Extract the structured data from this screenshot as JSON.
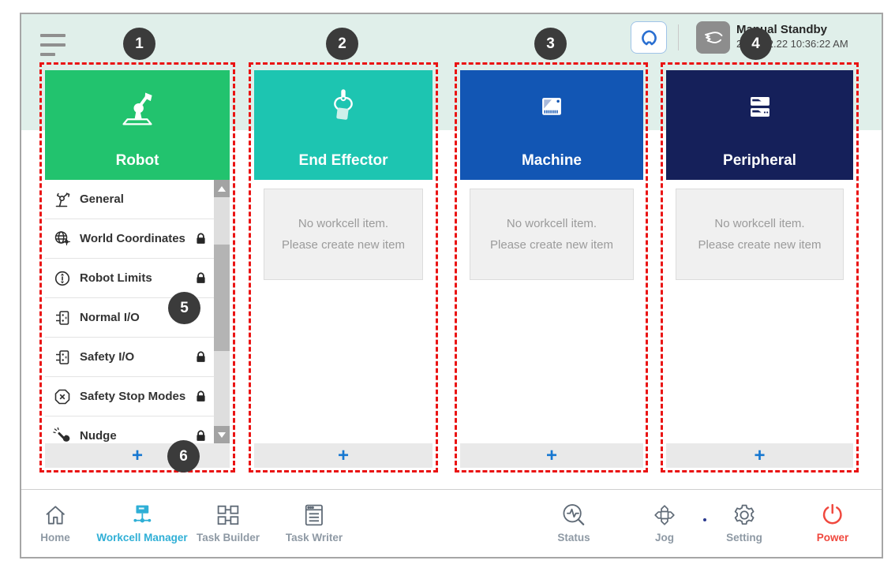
{
  "topbar": {
    "status_title": "Manual Standby",
    "status_timestamp": "2022.02.22 10:36:22 AM",
    "icons": [
      "menu-icon",
      "gripper-icon",
      "hand-mode-icon"
    ]
  },
  "columns": [
    {
      "title": "Robot",
      "color": "#22c36e",
      "icon": "robot-arm-icon"
    },
    {
      "title": "End Effector",
      "color": "#1dc5b1",
      "icon": "gripper-tool-icon"
    },
    {
      "title": "Machine",
      "color": "#1256b4",
      "icon": "machine-icon"
    },
    {
      "title": "Peripheral",
      "color": "#15205a",
      "icon": "server-rack-icon"
    }
  ],
  "robot_menu": [
    {
      "label": "General",
      "locked": false,
      "icon": "robot-arm-outline-icon"
    },
    {
      "label": "World Coordinates",
      "locked": true,
      "icon": "globe-axes-icon"
    },
    {
      "label": "Robot Limits",
      "locked": true,
      "icon": "limits-circle-icon"
    },
    {
      "label": "Normal I/O",
      "locked": false,
      "icon": "io-connector-icon"
    },
    {
      "label": "Safety I/O",
      "locked": true,
      "icon": "io-connector-icon"
    },
    {
      "label": "Safety Stop Modes",
      "locked": true,
      "icon": "octagon-x-icon"
    },
    {
      "label": "Nudge",
      "locked": true,
      "icon": "nudge-hand-icon"
    }
  ],
  "empty_state": {
    "line1": "No workcell item.",
    "line2": "Please create new item"
  },
  "add_button_label": "+",
  "annotations": [
    "1",
    "2",
    "3",
    "4",
    "5",
    "6"
  ],
  "nav": [
    {
      "label": "Home"
    },
    {
      "label": "Workcell Manager",
      "active": true
    },
    {
      "label": "Task Builder"
    },
    {
      "label": "Task Writer"
    },
    {
      "label": "Status"
    },
    {
      "label": "Jog"
    },
    {
      "label": "Setting"
    },
    {
      "label": "Power"
    }
  ],
  "colors": {
    "mint_background": "#e0efea",
    "accent_blue": "#2fafd6",
    "add_plus_blue": "#1778d1",
    "power_red": "#f0483e",
    "annotation_red": "#ea1313",
    "badge_dark": "#3b3b3b"
  }
}
